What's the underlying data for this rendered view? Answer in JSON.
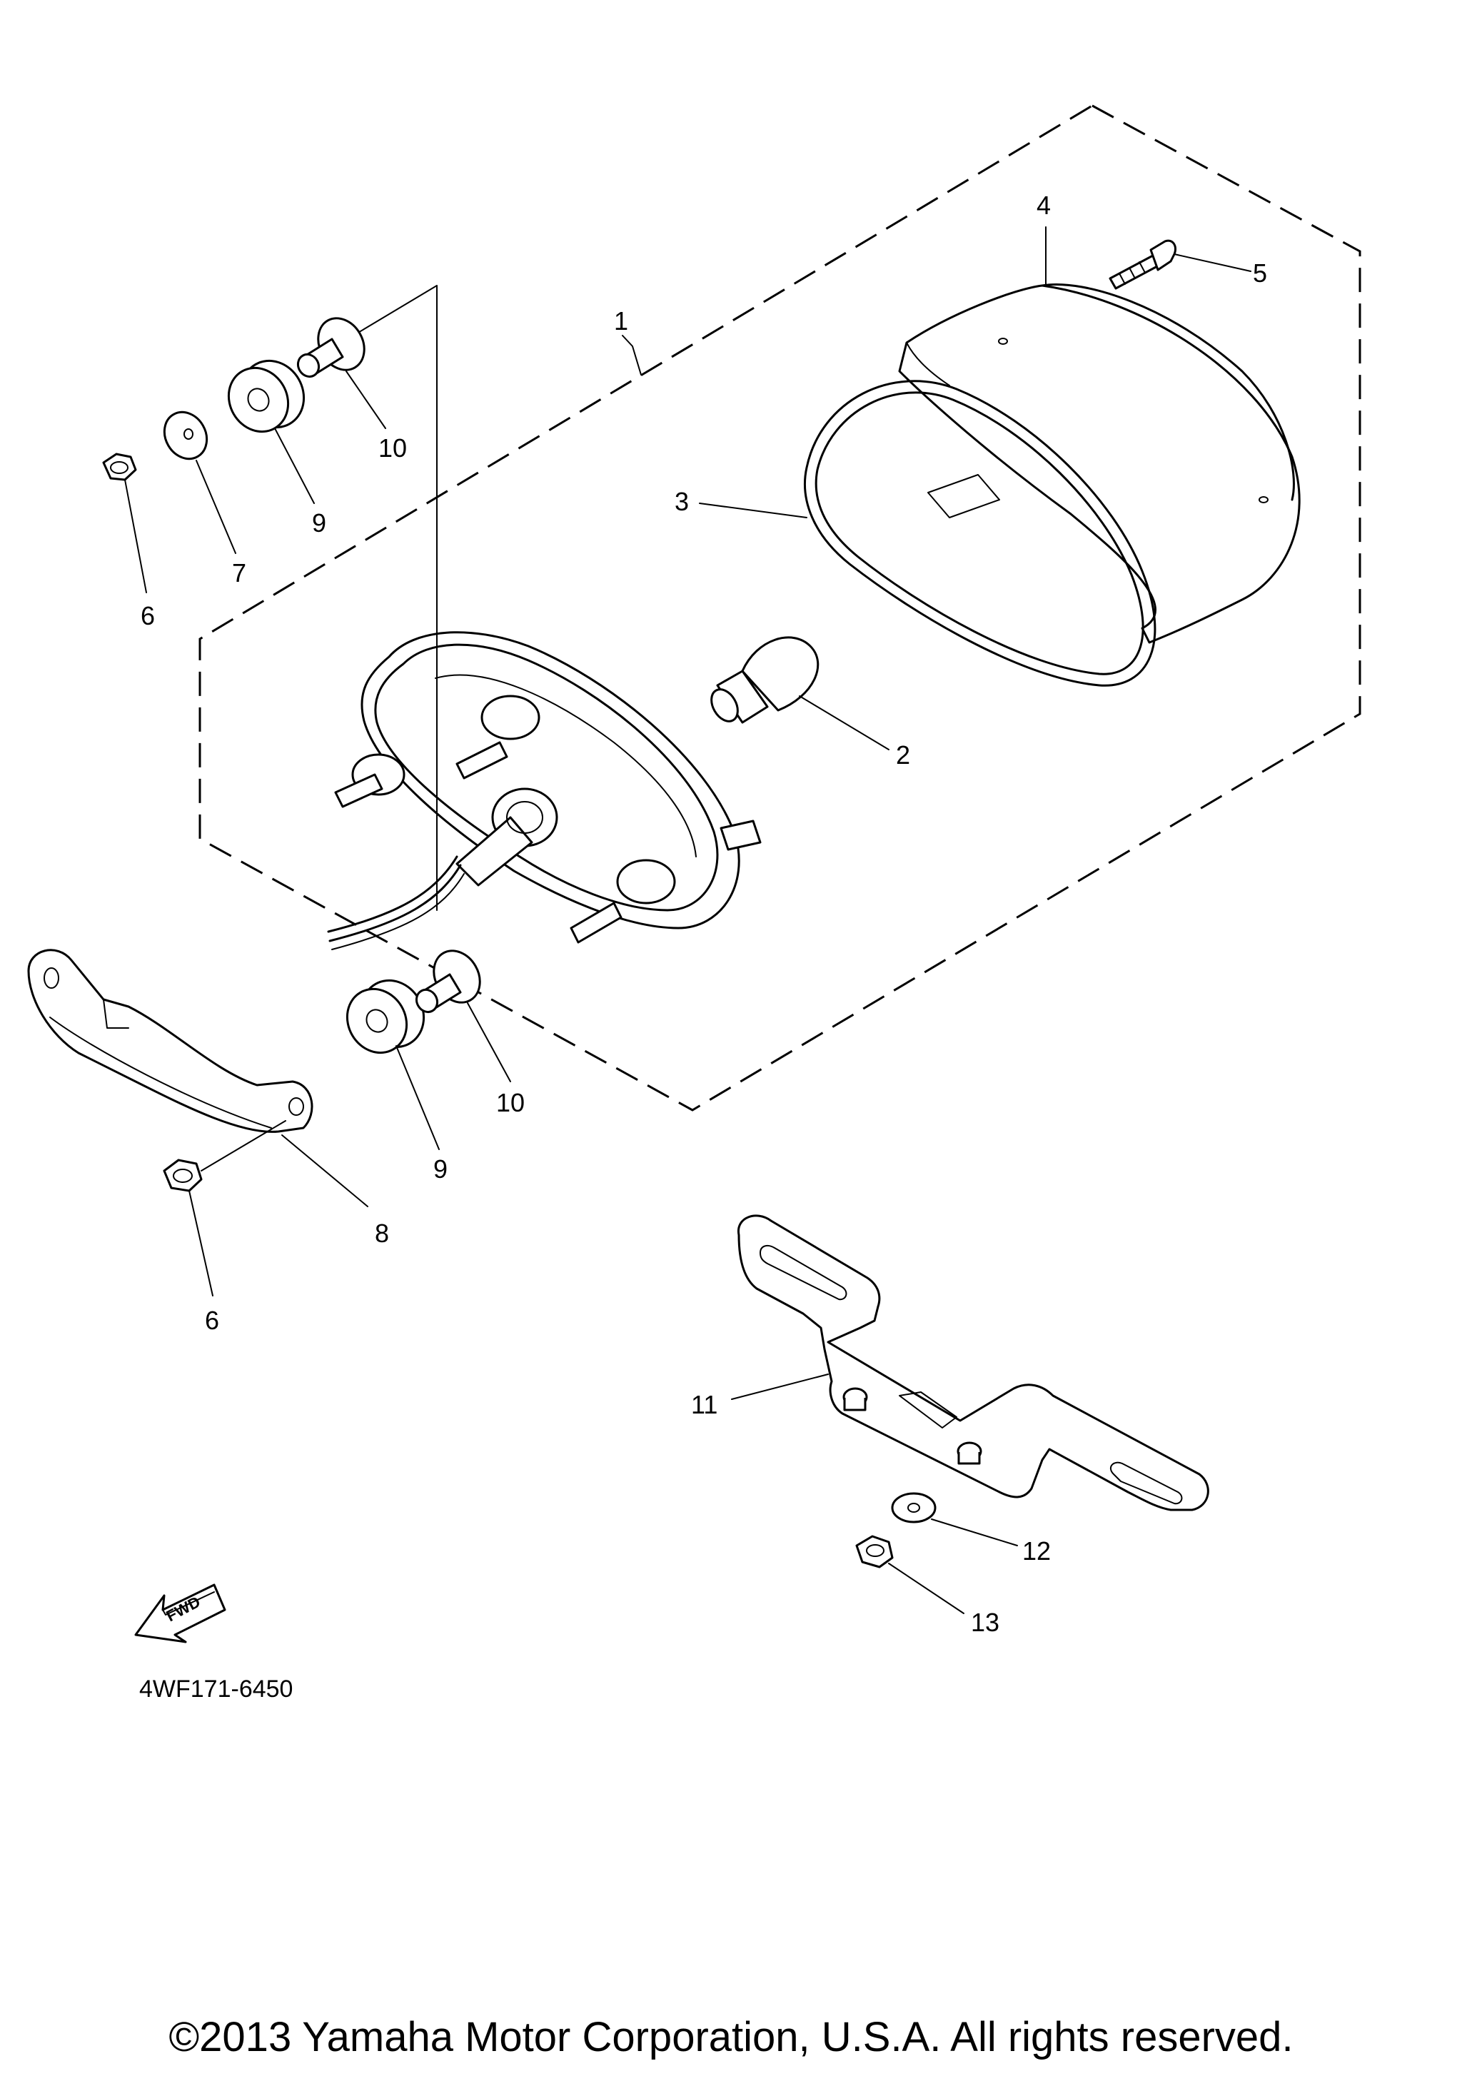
{
  "callouts": {
    "c1": "1",
    "c2": "2",
    "c3": "3",
    "c4": "4",
    "c5": "5",
    "c6a": "6",
    "c7": "7",
    "c9a": "9",
    "c10a": "10",
    "c8": "8",
    "c9b": "9",
    "c10b": "10",
    "c6b": "6",
    "c11": "11",
    "c12": "12",
    "c13": "13"
  },
  "fwd_label": "FWD",
  "diagram_code": "4WF171-6450",
  "copyright": "©2013 Yamaha Motor Corporation, U.S.A. All rights reserved.",
  "icons": [
    "forward-arrow-icon"
  ]
}
